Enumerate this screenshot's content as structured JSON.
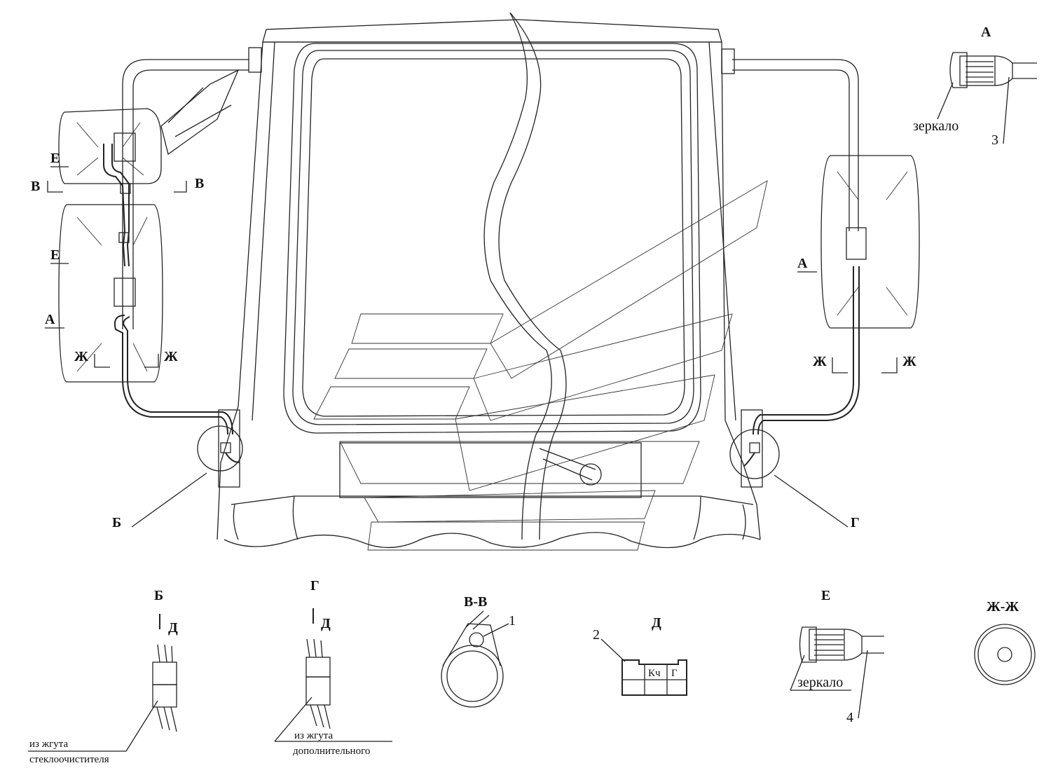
{
  "labels": {
    "A": "А",
    "B": "Б",
    "V": "В",
    "G": "Г",
    "D": "Д",
    "E": "Е",
    "ZH": "Ж",
    "VV": "В-В",
    "ZHZH": "Ж-Ж",
    "mirror": "зеркало",
    "n1": "1",
    "n2": "2",
    "n3": "3",
    "n4": "4",
    "kch": "Кч",
    "from_harness": "из жгута",
    "wiper": "стеклоочистителя",
    "additional": "дополнительного"
  }
}
